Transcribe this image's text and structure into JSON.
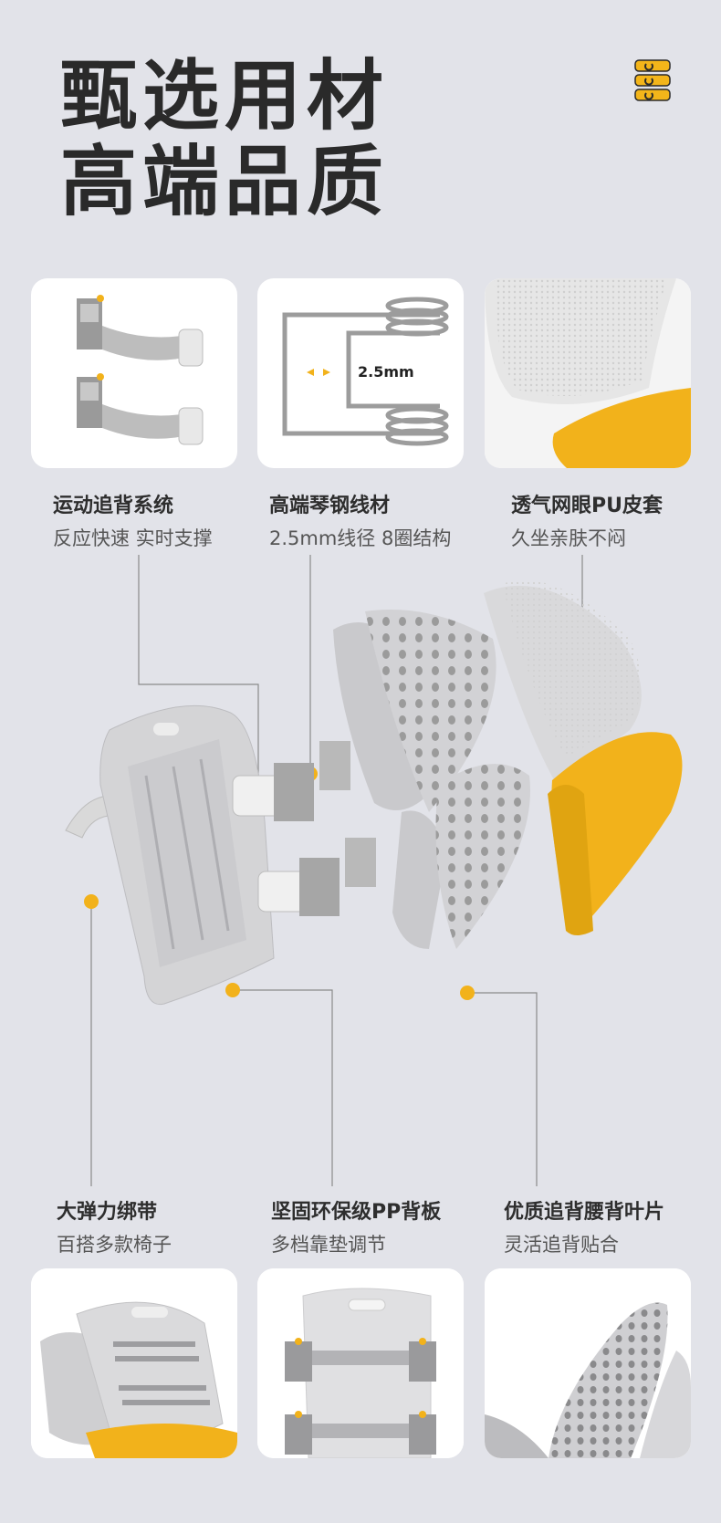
{
  "headline": {
    "line1": "甄选用材",
    "line2": "高端品质"
  },
  "logo": {
    "icon": "spine-icon",
    "color": "#f3b51a"
  },
  "accent_color": "#f2b21b",
  "top_features": [
    {
      "title": "运动追背系统",
      "subtitle": "反应快速 实时支撑"
    },
    {
      "title": "高端琴钢线材",
      "subtitle": "2.5mm线径 8圈结构"
    },
    {
      "title": "透气网眼PU皮套",
      "subtitle": "久坐亲肤不闷"
    }
  ],
  "spring_dimension": "2.5mm",
  "bottom_features": [
    {
      "title": "大弹力绑带",
      "subtitle": "百搭多款椅子"
    },
    {
      "title": "坚固环保级PP背板",
      "subtitle": "多档靠垫调节"
    },
    {
      "title": "优质追背腰背叶片",
      "subtitle": "灵活追背贴合"
    }
  ]
}
